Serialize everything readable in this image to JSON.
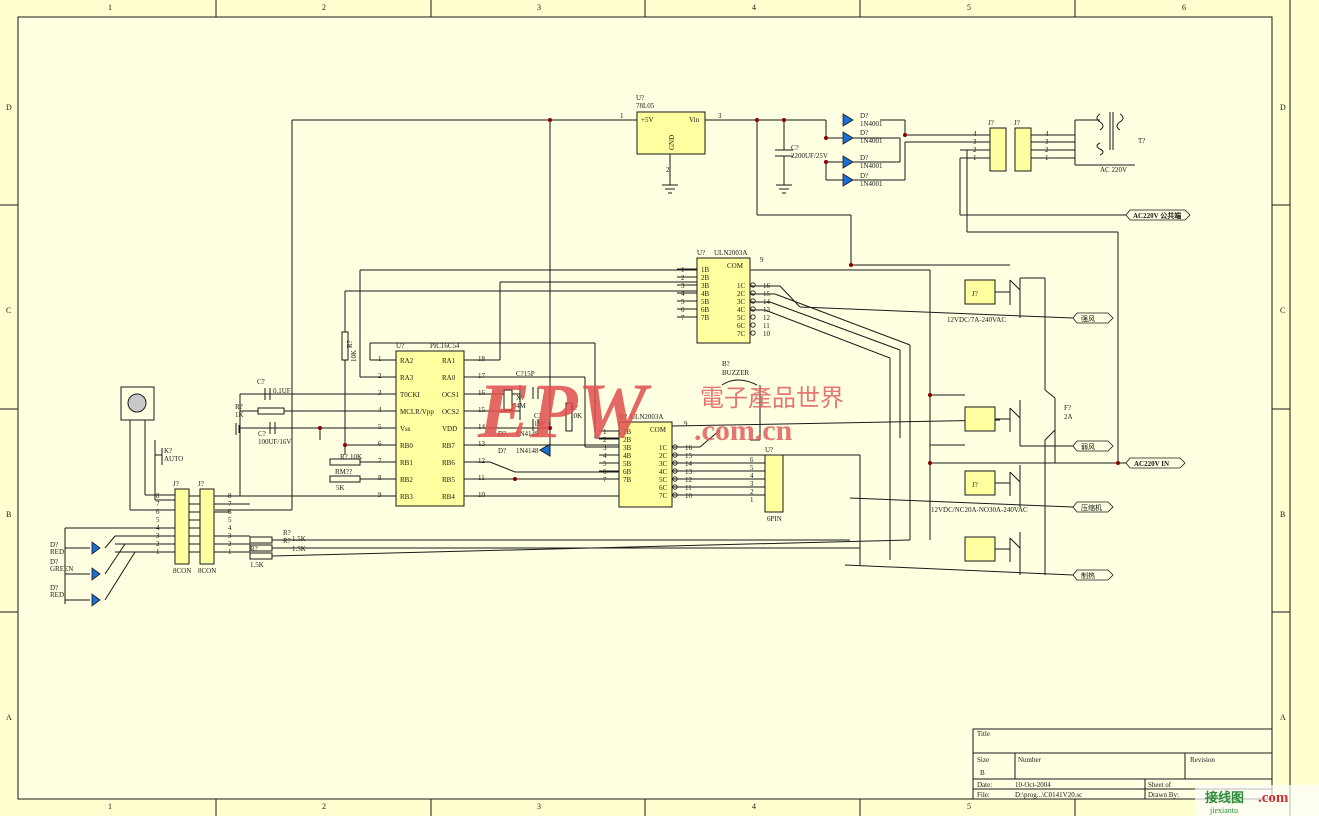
{
  "border": {
    "cols_top": [
      "1",
      "2",
      "3",
      "4",
      "5",
      "6"
    ],
    "cols_bottom": [
      "1",
      "2",
      "3",
      "4",
      "5"
    ],
    "rows": [
      "D",
      "C",
      "B",
      "A"
    ]
  },
  "regulator": {
    "ref": "U?",
    "part": "78L05",
    "out": "+5V",
    "in": "Vin",
    "gnd": "GND",
    "pin1": "1",
    "pin2": "2",
    "pin3": "3"
  },
  "power_caps": {
    "c1_ref": "C?",
    "c1_val": "2200UF/25V"
  },
  "diodes_bridge": [
    {
      "ref": "D?",
      "val": "1N4001"
    },
    {
      "ref": "D?",
      "val": "1N4001"
    },
    {
      "ref": "D?",
      "val": "1N4001"
    },
    {
      "ref": "D?",
      "val": "1N4001"
    }
  ],
  "transformer": {
    "ref": "T?",
    "label": "AC 220V",
    "j1": "J?",
    "j2": "J?",
    "pins": [
      "4",
      "3",
      "2",
      "1"
    ]
  },
  "net_labels": {
    "ac_common": "AC220V 公共端",
    "ac_in": "AC220V IN",
    "strong": "强风",
    "weak": "弱风",
    "compressor": "压缩机",
    "heat": "制热"
  },
  "uln_top": {
    "ref": "U?",
    "part": "ULN2003A",
    "com": "COM",
    "com_pin": "9",
    "inputs": [
      "1B",
      "2B",
      "3B",
      "4B",
      "5B",
      "6B",
      "7B"
    ],
    "outputs": [
      "1C",
      "2C",
      "3C",
      "4C",
      "5C",
      "6C",
      "7C"
    ],
    "in_pins": [
      "1",
      "2",
      "3",
      "4",
      "5",
      "6",
      "7"
    ],
    "out_pins": [
      "16",
      "15",
      "14",
      "13",
      "12",
      "11",
      "10"
    ]
  },
  "uln_bot": {
    "ref": "U?",
    "part": "ULN2003A",
    "com": "COM",
    "com_pin": "9",
    "inputs": [
      "1B",
      "2B",
      "3B",
      "4B",
      "5B",
      "6B",
      "7B"
    ],
    "outputs": [
      "1C",
      "2C",
      "3C",
      "4C",
      "5C",
      "6C",
      "7C"
    ],
    "in_pins": [
      "1",
      "2",
      "3",
      "4",
      "5",
      "6",
      "7"
    ],
    "out_pins": [
      "16",
      "15",
      "14",
      "13",
      "12",
      "11",
      "10"
    ]
  },
  "mcu": {
    "ref": "U?",
    "part": "PIC16C54",
    "left": [
      "RA2",
      "RA3",
      "T0CKI",
      "MCLR/Vpp",
      "Vss",
      "RB0",
      "RB1",
      "RB2",
      "RB3"
    ],
    "left_pins": [
      "1",
      "2",
      "3",
      "4",
      "5",
      "6",
      "7",
      "8",
      "9"
    ],
    "right": [
      "RA1",
      "RA0",
      "OCS1",
      "OCS2",
      "VDD",
      "RB7",
      "RB6",
      "RB5",
      "RB4"
    ],
    "right_pins": [
      "18",
      "17",
      "16",
      "15",
      "14",
      "13",
      "12",
      "11",
      "10"
    ]
  },
  "relays": {
    "r1_ref": "J?",
    "r1_spec": "12VDC/7A-240VAC",
    "r3_ref": "J?",
    "r3_spec": "12VDC/NC20A-NO30A-240VAC",
    "fuse_ref": "F?",
    "fuse_val": "2A"
  },
  "buzzer": {
    "ref": "B?",
    "label": "BUZZER"
  },
  "conn6": {
    "ref": "U?",
    "label": "6PIN",
    "pins": [
      "6",
      "5",
      "4",
      "3",
      "2",
      "1"
    ]
  },
  "osc": {
    "c1": "C?15P",
    "c2": "C?",
    "c2_val": "15P",
    "xtal": "X?",
    "xtal_val": "4M",
    "r": "R?",
    "r_val": "10K",
    "d1": "D?",
    "d1_val": "1N4148",
    "d2": "D?",
    "d2_val": "1N4148"
  },
  "left_parts": {
    "r_pull_ref": "R?",
    "r_pull_val": "10K",
    "c_in_ref": "C?",
    "c_in_val": "0.1UF",
    "r_in_ref": "R?",
    "r_in_val": "1K",
    "c_big_ref": "C?",
    "c_big_val": "100UF/16V",
    "rm_ref": "R?",
    "rm_val": "10K",
    "rm2_ref": "RM??",
    "rm2_val": "5K",
    "k_ref": "K?",
    "k_label": "AUTO"
  },
  "connectors": {
    "j1_ref": "J?",
    "j1_label": "8CON",
    "j2_ref": "J?",
    "j2_label": "8CON",
    "pins": [
      "8",
      "7",
      "6",
      "5",
      "4",
      "3",
      "2",
      "1"
    ]
  },
  "leds": [
    {
      "ref": "D?",
      "label": "RED"
    },
    {
      "ref": "D?",
      "label": "GREEN"
    },
    {
      "ref": "D?",
      "label": "RED"
    }
  ],
  "led_res": [
    {
      "ref": "R?",
      "val": "1.5K"
    },
    {
      "ref": "R?",
      "val": "1.5K"
    },
    {
      "ref": "R?",
      "val": "1.5K"
    }
  ],
  "titleblock": {
    "title": "Title",
    "size": "Size",
    "size_val": "B",
    "number": "Number",
    "revision": "Revision",
    "date": "Date:",
    "date_val": "10-Oct-2004",
    "file": "File:",
    "file_val": "D:\\prog...\\C0141V20.sc",
    "sheet": "Sheet   of",
    "drawn": "Drawn By:"
  },
  "watermark": {
    "brand": "EPW",
    "cn": "電子產品世界",
    "domain": ".com.cn",
    "site": "接线图",
    "site_dom": ".com",
    "site_url": "jiexiantu"
  }
}
